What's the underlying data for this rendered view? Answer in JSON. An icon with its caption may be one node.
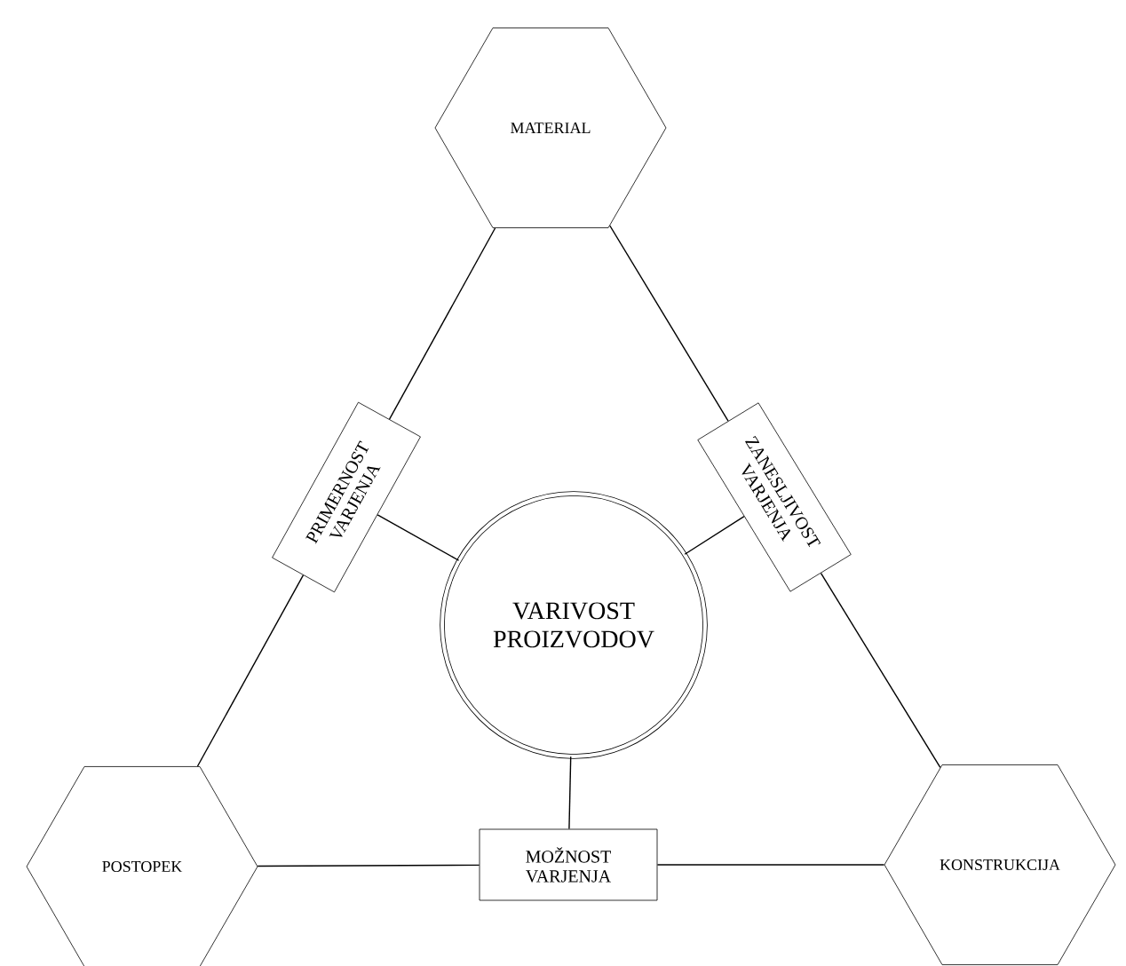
{
  "diagram": {
    "nodes": [
      {
        "text": [
          "MATERIAL"
        ]
      },
      {
        "text": [
          "PRIMERNOST VARJENJA"
        ]
      },
      {
        "text": [
          "ZANESLJIVOST VARJENJA"
        ]
      },
      {
        "text": [
          "VARIVOST PROIZVODOV"
        ]
      },
      {
        "text": [
          "POSTOPEK"
        ]
      },
      {
        "text": [
          "MOŽNOST VARJENJA"
        ]
      },
      {
        "text": [
          "KONSTRUKCIJA"
        ]
      }
    ],
    "edges": [
      {
        "from": 0,
        "to": 1,
        "arrow": "none"
      },
      {
        "from": 0,
        "to": 2,
        "arrow": "none"
      },
      {
        "from": 1,
        "to": 3,
        "arrow": "none"
      },
      {
        "from": 2,
        "to": 3,
        "arrow": "none"
      },
      {
        "from": 1,
        "to": 4,
        "arrow": "none"
      },
      {
        "from": 2,
        "to": 6,
        "arrow": "none"
      },
      {
        "from": 3,
        "to": 5,
        "arrow": "none"
      },
      {
        "from": 4,
        "to": 5,
        "arrow": "none"
      },
      {
        "from": 5,
        "to": 6,
        "arrow": "none"
      }
    ]
  }
}
